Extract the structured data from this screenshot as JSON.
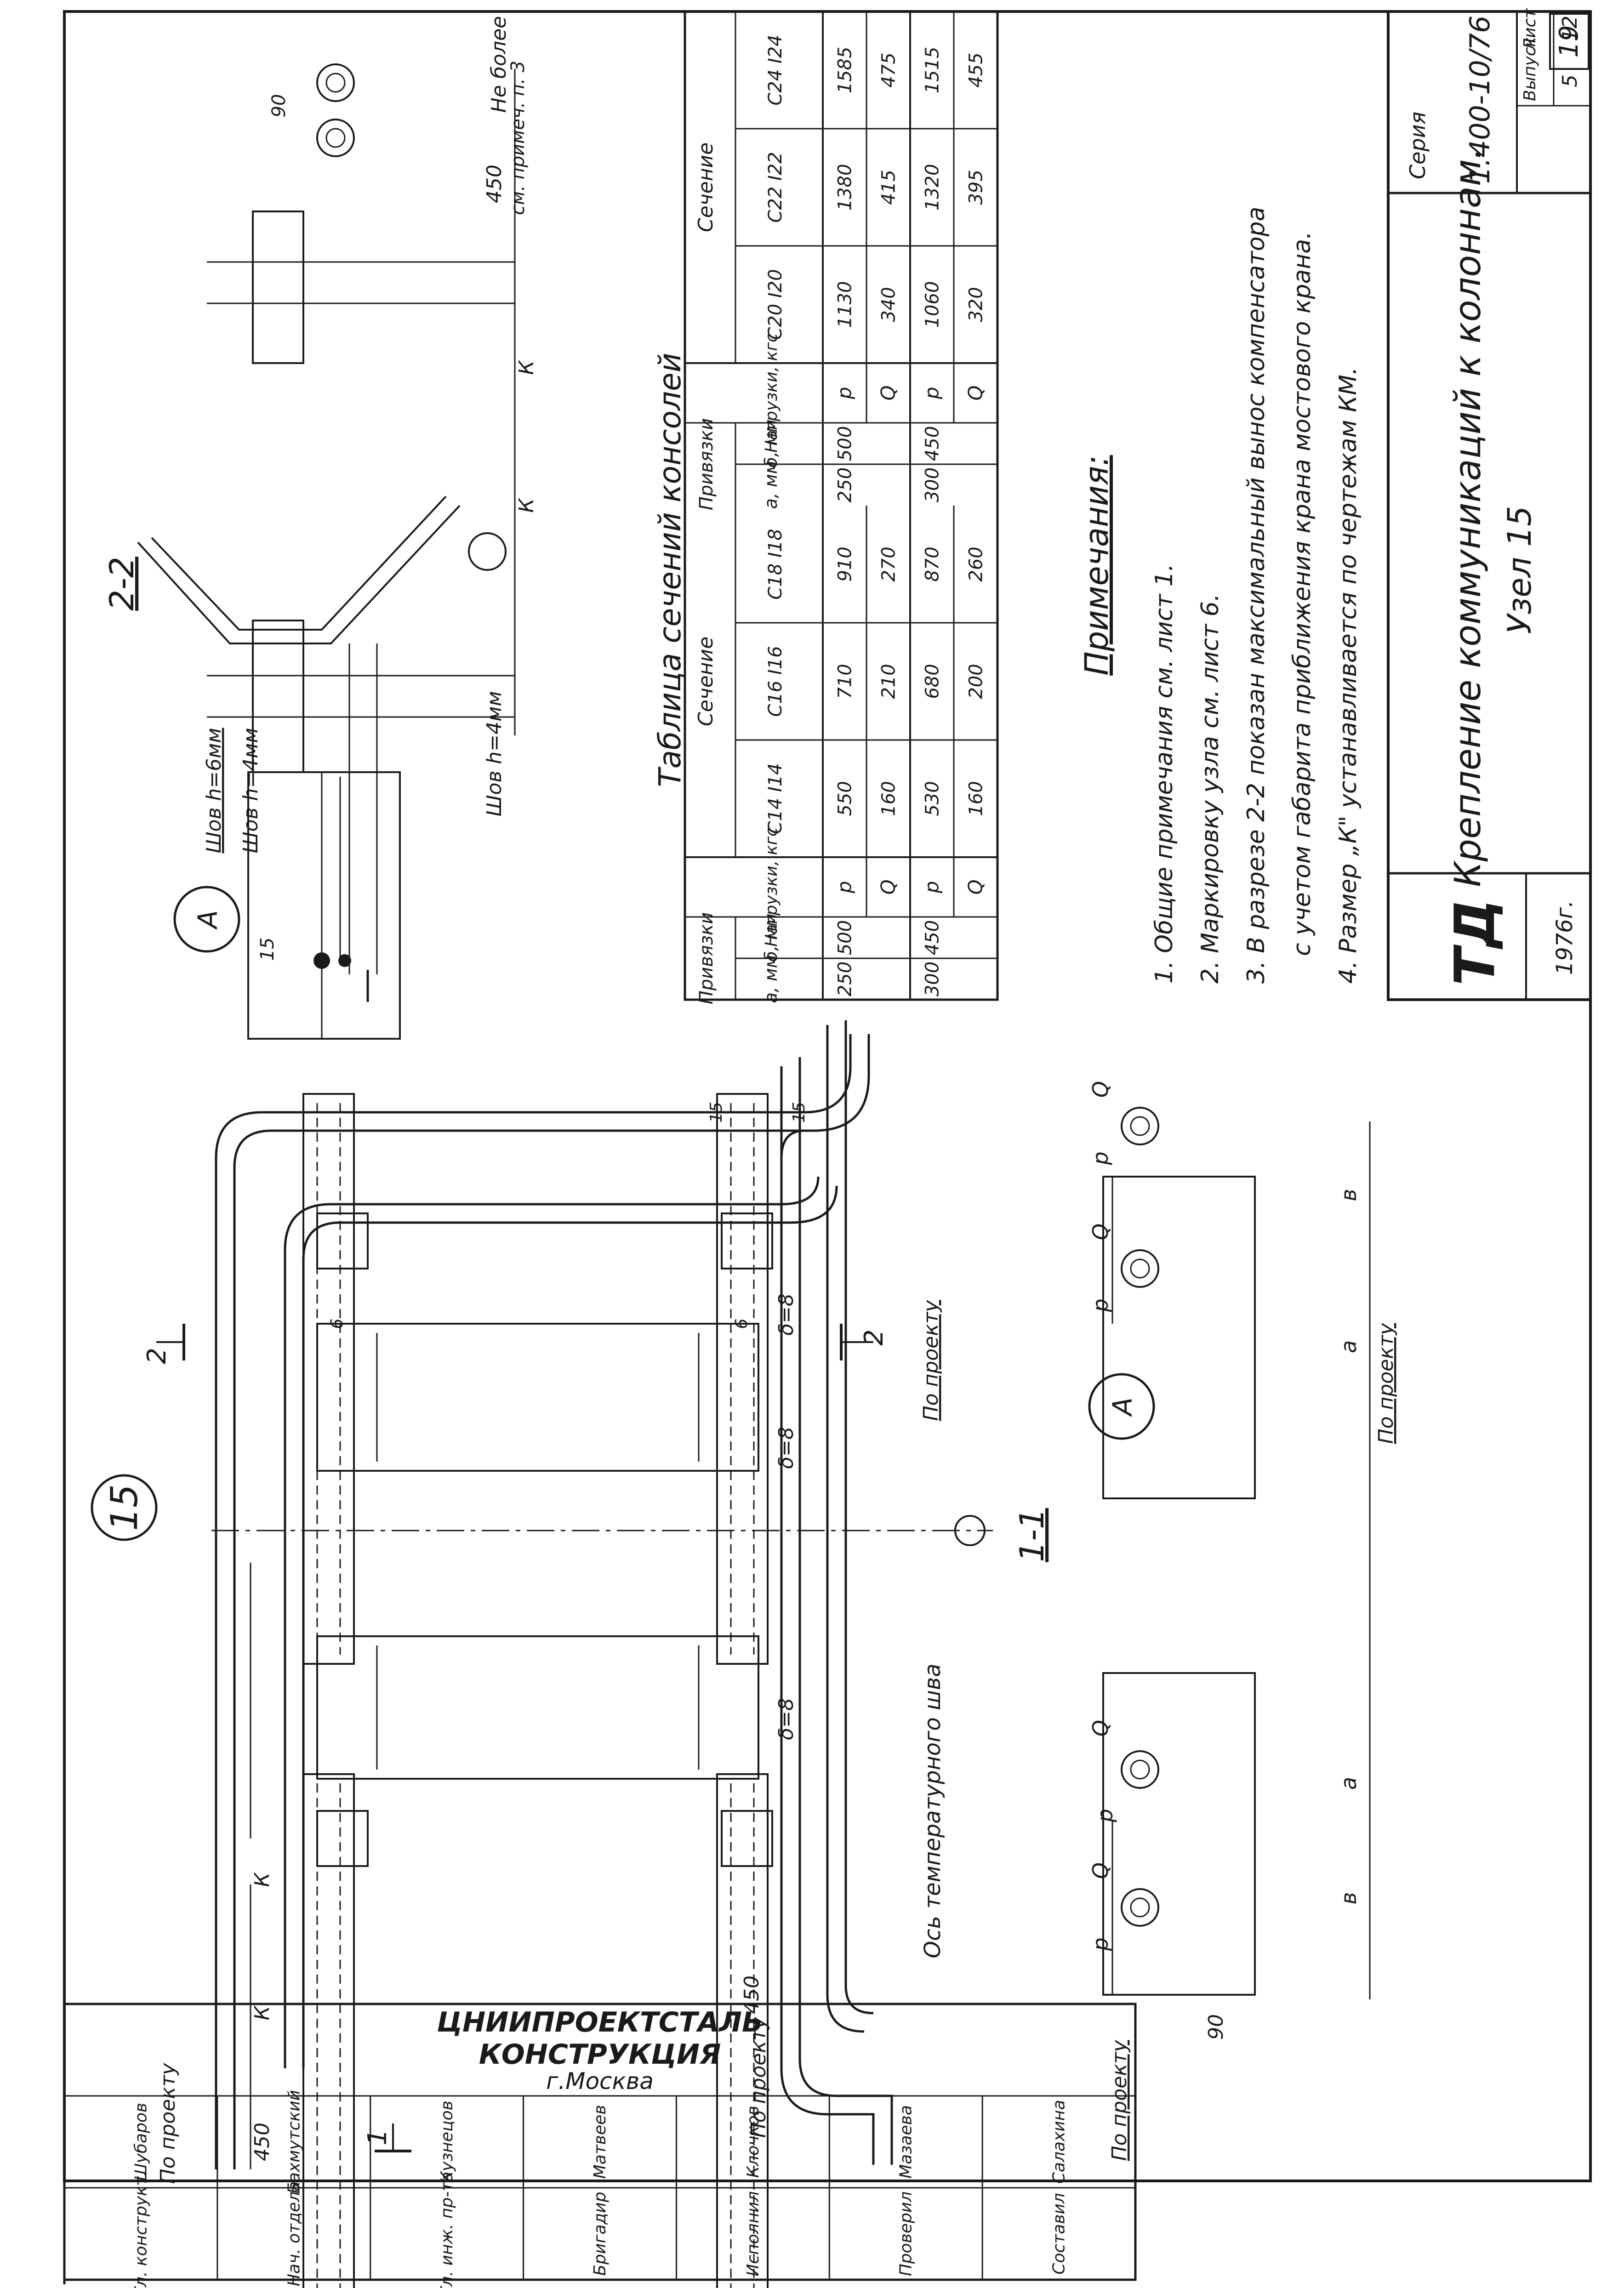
{
  "sheet": {
    "page_number": "19",
    "node_number": "15",
    "title": "Крепление коммуникаций к колоннам.",
    "subtitle": "Узел 15",
    "series_label": "Серия",
    "series": "1.400-10/76",
    "issue_label": "Выпуск",
    "issue": "5",
    "sheet_label": "Лист",
    "sheet_no": "12",
    "logo": "ТД",
    "year": "1976г."
  },
  "stamp": {
    "org_line1": "КОНСТРУКЦИЯ",
    "org_line2": "г.Москва",
    "org_top": "ЦНИИПРОЕКТСТАЛЬ",
    "roles": [
      "Гл. конструкт.",
      "Нач. отдела",
      "Гл. инж. пр-та",
      "Бригадир",
      "Исполнил",
      "Проверил",
      "Составил"
    ],
    "names": [
      "Шубаров",
      "Бахмутский",
      "Кузнецов",
      "Матвеев",
      "Клочков",
      "Мазаева",
      "Салахина"
    ]
  },
  "views": {
    "section_1_1": "1-1",
    "section_2_2": "2-2",
    "detail_a": "А",
    "section_mark_1": "1",
    "section_mark_2": "2"
  },
  "labels": {
    "po_proektu": "По проекту",
    "os_shva": "Ось температурного шва",
    "weld_6": "Шов h=6мм",
    "weld_4a": "Шов h=4мм",
    "weld_4b": "Шов h=4мм",
    "delta_8": "δ=8",
    "ne_bolee": "Не более",
    "sm_primech": "см. примеч. п. 3",
    "dim_450": "450",
    "dim_90": "90",
    "dim_15": "15",
    "dim_k": "К",
    "dim_a": "а",
    "dim_b": "в",
    "load_p": "р",
    "load_q": "Q",
    "dim_6": "6"
  },
  "table": {
    "title": "Таблица сечений консолей",
    "left": {
      "h_privyazki": "Привязки",
      "h_a": "а, мм",
      "h_b": "δ, мм",
      "h_load": "Нагрузки, кгс",
      "h_sechenie": "Сечение",
      "cols": [
        "С14 I14",
        "С16 I16",
        "С18 I18"
      ],
      "rows": [
        {
          "a": "250",
          "b": "500",
          "load": "р",
          "v": [
            "550",
            "710",
            "910"
          ]
        },
        {
          "a": "",
          "b": "",
          "load": "Q",
          "v": [
            "160",
            "210",
            "270"
          ]
        },
        {
          "a": "300",
          "b": "450",
          "load": "р",
          "v": [
            "530",
            "680",
            "870"
          ]
        },
        {
          "a": "",
          "b": "",
          "load": "Q",
          "v": [
            "160",
            "200",
            "260"
          ]
        }
      ]
    },
    "right": {
      "cols": [
        "С20 I20",
        "С22 I22",
        "С24 I24"
      ],
      "rows": [
        {
          "a": "250",
          "b": "500",
          "load": "р",
          "v": [
            "1130",
            "1380",
            "1585"
          ]
        },
        {
          "a": "",
          "b": "",
          "load": "Q",
          "v": [
            "340",
            "415",
            "475"
          ]
        },
        {
          "a": "300",
          "b": "450",
          "load": "р",
          "v": [
            "1060",
            "1320",
            "1515"
          ]
        },
        {
          "a": "",
          "b": "",
          "load": "Q",
          "v": [
            "320",
            "395",
            "455"
          ]
        }
      ]
    }
  },
  "notes": {
    "title": "Примечания:",
    "items": [
      "1. Общие примечания см. лист 1.",
      "2. Маркировку узла см. лист 6.",
      "3. В разрезе 2-2 показан максимальный вынос компенсатора",
      "с учетом габарита приближения крана мостового крана.",
      "4. Размер „К\" устанавливается по чертежам КМ."
    ]
  }
}
